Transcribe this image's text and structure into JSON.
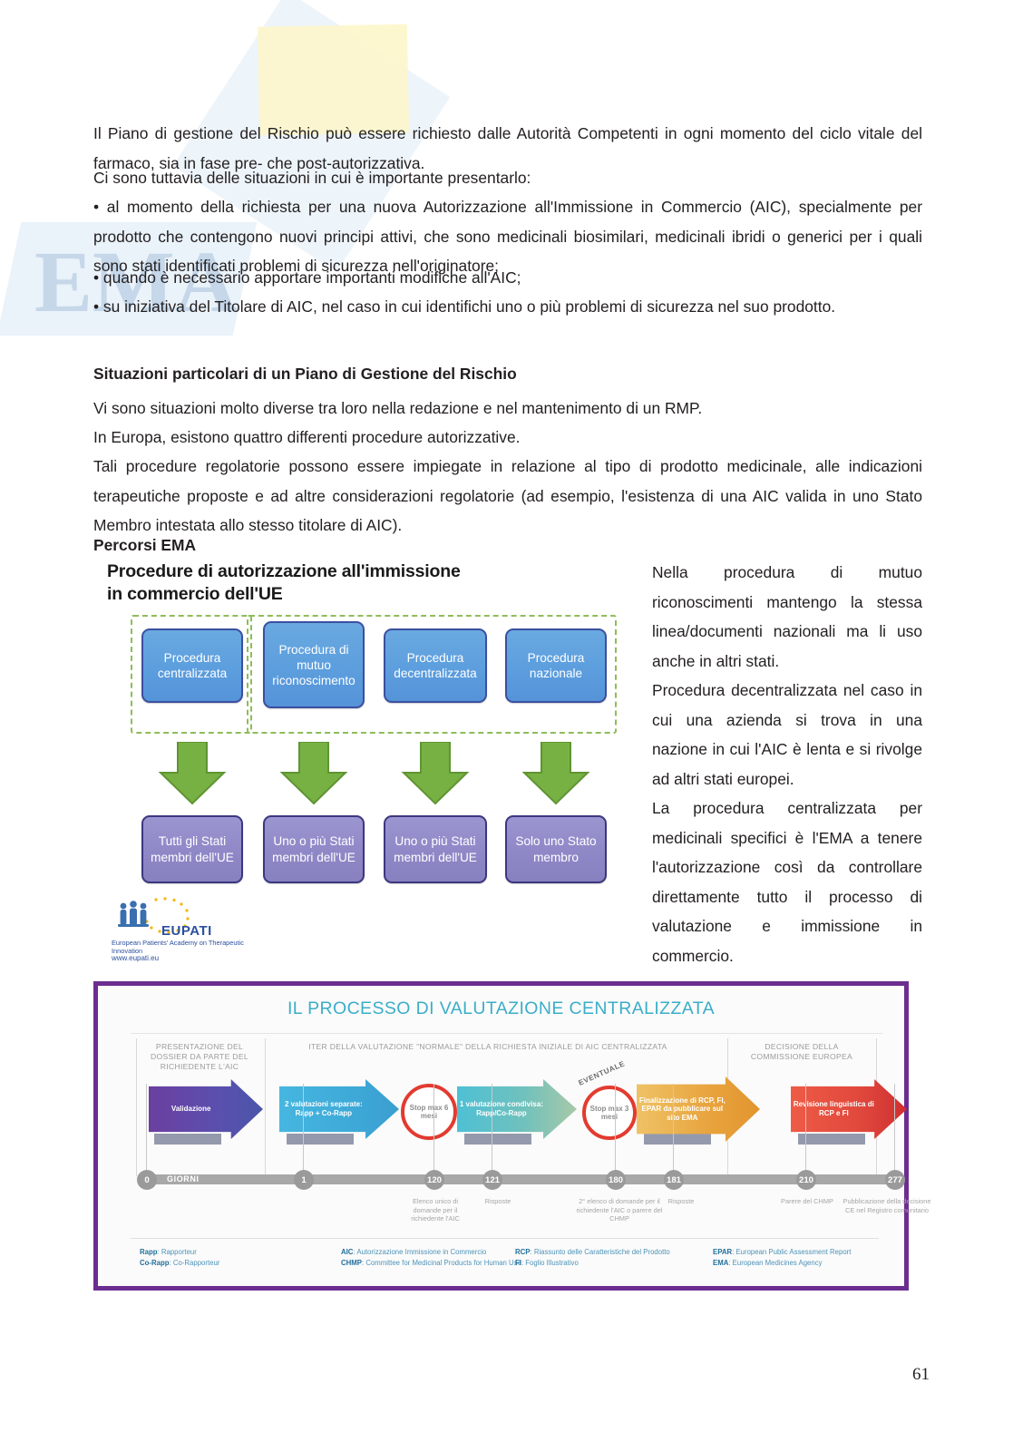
{
  "document": {
    "page_number": "61",
    "watermark_text": "EMA"
  },
  "intro": {
    "lines": [
      "Il Piano di gestione del Rischio può essere richiesto dalle Autorità Competenti in ogni momento del ciclo vitale del farmaco, sia in fase pre- che post-autorizzativa.",
      "Ci sono tuttavia delle situazioni in cui è importante presentarlo:",
      "• al momento della richiesta per una nuova Autorizzazione all'Immissione in Commercio (AIC), specialmente per prodotto che contengono nuovi principi attivi, che sono medicinali biosimilari, medicinali ibridi o generici per i quali sono stati identificati problemi di sicurezza nell'originatore;",
      "• quando è necessario apportare importanti modifiche all'AIC;",
      "• su iniziativa del Titolare di AIC, nel caso in cui identifichi uno o più problemi di sicurezza nel suo prodotto."
    ]
  },
  "section": {
    "heading": "Situazioni particolari di un Piano di Gestione del Rischio",
    "lines": [
      "Vi sono situazioni molto diverse tra loro nella redazione e nel mantenimento di un RMP.",
      "In Europa, esistono quattro differenti procedure autorizzative.",
      "Tali procedure regolatorie possono essere impiegate in relazione al tipo di prodotto medicinale, alle indicazioni terapeutiche proposte e ad altre considerazioni regolatorie (ad esempio, l'esistenza di una AIC valida in uno Stato Membro intestata allo stesso titolare di AIC)."
    ]
  },
  "percorsi": {
    "label": "Percorsi EMA"
  },
  "eupati_diagram": {
    "title_line1": "Procedure di autorizzazione all'immissione",
    "title_line2": "in commercio dell'UE",
    "procedures": [
      "Procedura centralizzata",
      "Procedura di mutuo riconoscimento",
      "Procedura decentralizzata",
      "Procedura nazionale"
    ],
    "results": [
      "Tutti gli Stati membri dell'UE",
      "Uno o più Stati membri dell'UE",
      "Uno o più Stati membri dell'UE",
      "Solo uno Stato membro"
    ],
    "logo": {
      "name": "EUPATI",
      "subtitle": "European Patients' Academy on Therapeutic Innovation",
      "url": "www.eupati.eu"
    },
    "colors": {
      "procedure_box": "#5c9ede",
      "result_box": "#8e88c7",
      "arrow": "#76b041",
      "group_dash": "#8fbc5a"
    }
  },
  "side_notes": [
    "Nella procedura di mutuo riconoscimenti mantengo la stessa linea/documenti nazionali ma li uso anche in altri stati.",
    "Procedura decentralizzata nel caso in cui una azienda si trova in una nazione in cui l'AIC è lenta e si rivolge ad altri stati europei.",
    "La procedura centralizzata per medicinali specifici è l'EMA a tenere l'autorizzazione così da controllare direttamente tutto il processo di valutazione e immissione in commercio."
  ],
  "infographic": {
    "title": "IL PROCESSO DI VALUTAZIONE CENTRALIZZATA",
    "border_color": "#6b2d8f",
    "title_color": "#3aaec8",
    "headers": [
      "PRESENTAZIONE DEL DOSSIER DA PARTE DEL RICHIEDENTE L'AIC",
      "ITER DELLA VALUTAZIONE \"NORMALE\" DELLA RICHIESTA INIZIALE DI AIC CENTRALIZZATA",
      "DECISIONE DELLA COMMISSIONE EUROPEA"
    ],
    "steps": [
      {
        "label": "Validazione",
        "color": "#6b3fa0"
      },
      {
        "label": "2 valutazioni separate: Rapp + Co-Rapp",
        "color": "#3ea9d8"
      },
      {
        "label": "1 valutazione condivisa: Rapp/Co-Rapp",
        "color": "#45b6cc"
      },
      {
        "label": "Finalizzazione di RCP, FI, EPAR da pubblicare sul sito EMA",
        "color": "#e8a33d"
      },
      {
        "label": "Revisione linguistica di RCP e FI",
        "color": "#e0483c"
      }
    ],
    "stops": [
      {
        "label": "Stop max 6 mesi",
        "prefix": ""
      },
      {
        "label": "Stop max 3 mesi",
        "prefix": "EVENTUALE"
      }
    ],
    "timeline": {
      "unit_label": "GIORNI",
      "nodes": [
        "0",
        "1",
        "120",
        "121",
        "180",
        "181",
        "210",
        "277"
      ],
      "notes": [
        {
          "at": "120",
          "text": "Elenco unico di domande per il richiedente l'AIC"
        },
        {
          "at": "121",
          "text": "Risposte"
        },
        {
          "at": "180",
          "text": "2° elenco di domande per il richiedente l'AIC o parere del CHMP"
        },
        {
          "at": "181",
          "text": "Risposte"
        },
        {
          "at": "210",
          "text": "Parere del CHMP"
        },
        {
          "at": "277",
          "text": "Pubblicazione della decisione CE nel Registro comunitario"
        }
      ]
    },
    "legend": [
      {
        "abbr": "Rapp",
        "definition": "Rapporteur"
      },
      {
        "abbr": "Co-Rapp",
        "definition": "Co-Rapporteur"
      },
      {
        "abbr": "AIC",
        "definition": "Autorizzazione Immissione in Commercio"
      },
      {
        "abbr": "CHMP",
        "definition": "Committee for Medicinal Products for Human Use"
      },
      {
        "abbr": "RCP",
        "definition": "Riassunto delle Caratteristiche del Prodotto"
      },
      {
        "abbr": "FI",
        "definition": "Foglio Illustrativo"
      },
      {
        "abbr": "EPAR",
        "definition": "European Public Assessment Report"
      },
      {
        "abbr": "EMA",
        "definition": "European Medicines Agency"
      }
    ]
  }
}
